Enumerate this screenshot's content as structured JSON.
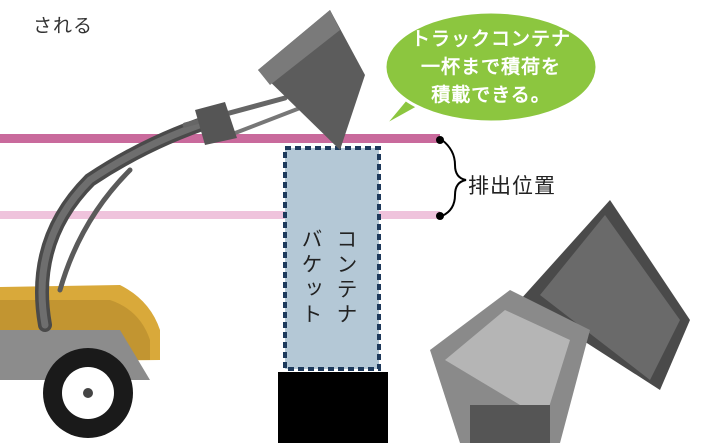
{
  "top_caption": "される",
  "callout": {
    "line1": "トラックコンテナ",
    "line2": "一杯まで積荷を",
    "line3": "積載できる。"
  },
  "discharge_position_label": "排出位置",
  "container_label": {
    "col1": "コンテナ",
    "col2": "バケット"
  },
  "colors": {
    "upper_line": "#c96a9c",
    "lower_line": "#efc3dc",
    "callout_fill": "#8cc63f",
    "container_fill": "#b4c8d6",
    "container_border": "#1e3a5c",
    "tractor_hood": "#d9a93a"
  }
}
